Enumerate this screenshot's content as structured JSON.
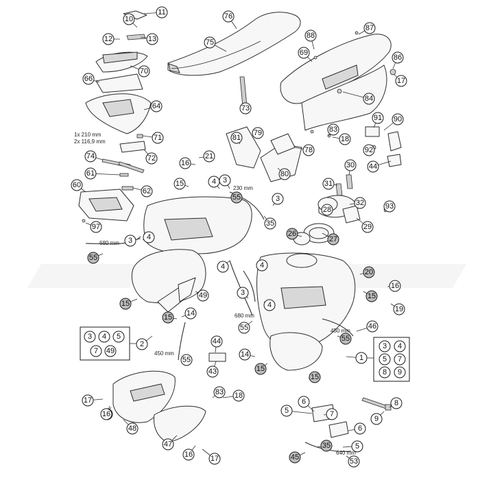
{
  "diagram": {
    "notes": [
      "1x 210 mm",
      "2x 116,9 mm",
      "230 mm",
      "680 mm",
      "680 mm",
      "450 mm",
      "450 mm",
      "640 mm"
    ],
    "group_2": [
      "3",
      "4",
      "5",
      "7",
      "49"
    ],
    "group_1": [
      "3",
      "4",
      "5",
      "7",
      "8",
      "9"
    ]
  },
  "callouts": [
    {
      "n": "10"
    },
    {
      "n": "11"
    },
    {
      "n": "12"
    },
    {
      "n": "13"
    },
    {
      "n": "75"
    },
    {
      "n": "76"
    },
    {
      "n": "88"
    },
    {
      "n": "87"
    },
    {
      "n": "69"
    },
    {
      "n": "70"
    },
    {
      "n": "86"
    },
    {
      "n": "66"
    },
    {
      "n": "17"
    },
    {
      "n": "84"
    },
    {
      "n": "64"
    },
    {
      "n": "73"
    },
    {
      "n": "91"
    },
    {
      "n": "90"
    },
    {
      "n": "83"
    },
    {
      "n": "71"
    },
    {
      "n": "79"
    },
    {
      "n": "81"
    },
    {
      "n": "18"
    },
    {
      "n": "72"
    },
    {
      "n": "78"
    },
    {
      "n": "92"
    },
    {
      "n": "74"
    },
    {
      "n": "21"
    },
    {
      "n": "16"
    },
    {
      "n": "30"
    },
    {
      "n": "44"
    },
    {
      "n": "61"
    },
    {
      "n": "80"
    },
    {
      "n": "15"
    },
    {
      "n": "4"
    },
    {
      "n": "3"
    },
    {
      "n": "31"
    },
    {
      "n": "60"
    },
    {
      "n": "62"
    },
    {
      "n": "55"
    },
    {
      "n": "3"
    },
    {
      "n": "32"
    },
    {
      "n": "28"
    },
    {
      "n": "93"
    },
    {
      "n": "97"
    },
    {
      "n": "35"
    },
    {
      "n": "29"
    },
    {
      "n": "26"
    },
    {
      "n": "27"
    },
    {
      "n": "3"
    },
    {
      "n": "4"
    },
    {
      "n": "55"
    },
    {
      "n": "4"
    },
    {
      "n": "4"
    },
    {
      "n": "20"
    },
    {
      "n": "15"
    },
    {
      "n": "16"
    },
    {
      "n": "15"
    },
    {
      "n": "49"
    },
    {
      "n": "3"
    },
    {
      "n": "4"
    },
    {
      "n": "19"
    },
    {
      "n": "14"
    },
    {
      "n": "15"
    },
    {
      "n": "55"
    },
    {
      "n": "46"
    },
    {
      "n": "55"
    },
    {
      "n": "2"
    },
    {
      "n": "44"
    },
    {
      "n": "55"
    },
    {
      "n": "14"
    },
    {
      "n": "1"
    },
    {
      "n": "15"
    },
    {
      "n": "43"
    },
    {
      "n": "15"
    },
    {
      "n": "17"
    },
    {
      "n": "83"
    },
    {
      "n": "18"
    },
    {
      "n": "16"
    },
    {
      "n": "6"
    },
    {
      "n": "8"
    },
    {
      "n": "5"
    },
    {
      "n": "7"
    },
    {
      "n": "9"
    },
    {
      "n": "48"
    },
    {
      "n": "6"
    },
    {
      "n": "47"
    },
    {
      "n": "16"
    },
    {
      "n": "17"
    },
    {
      "n": "5"
    },
    {
      "n": "45"
    },
    {
      "n": "35"
    },
    {
      "n": "53"
    },
    {
      "n": "16"
    }
  ]
}
